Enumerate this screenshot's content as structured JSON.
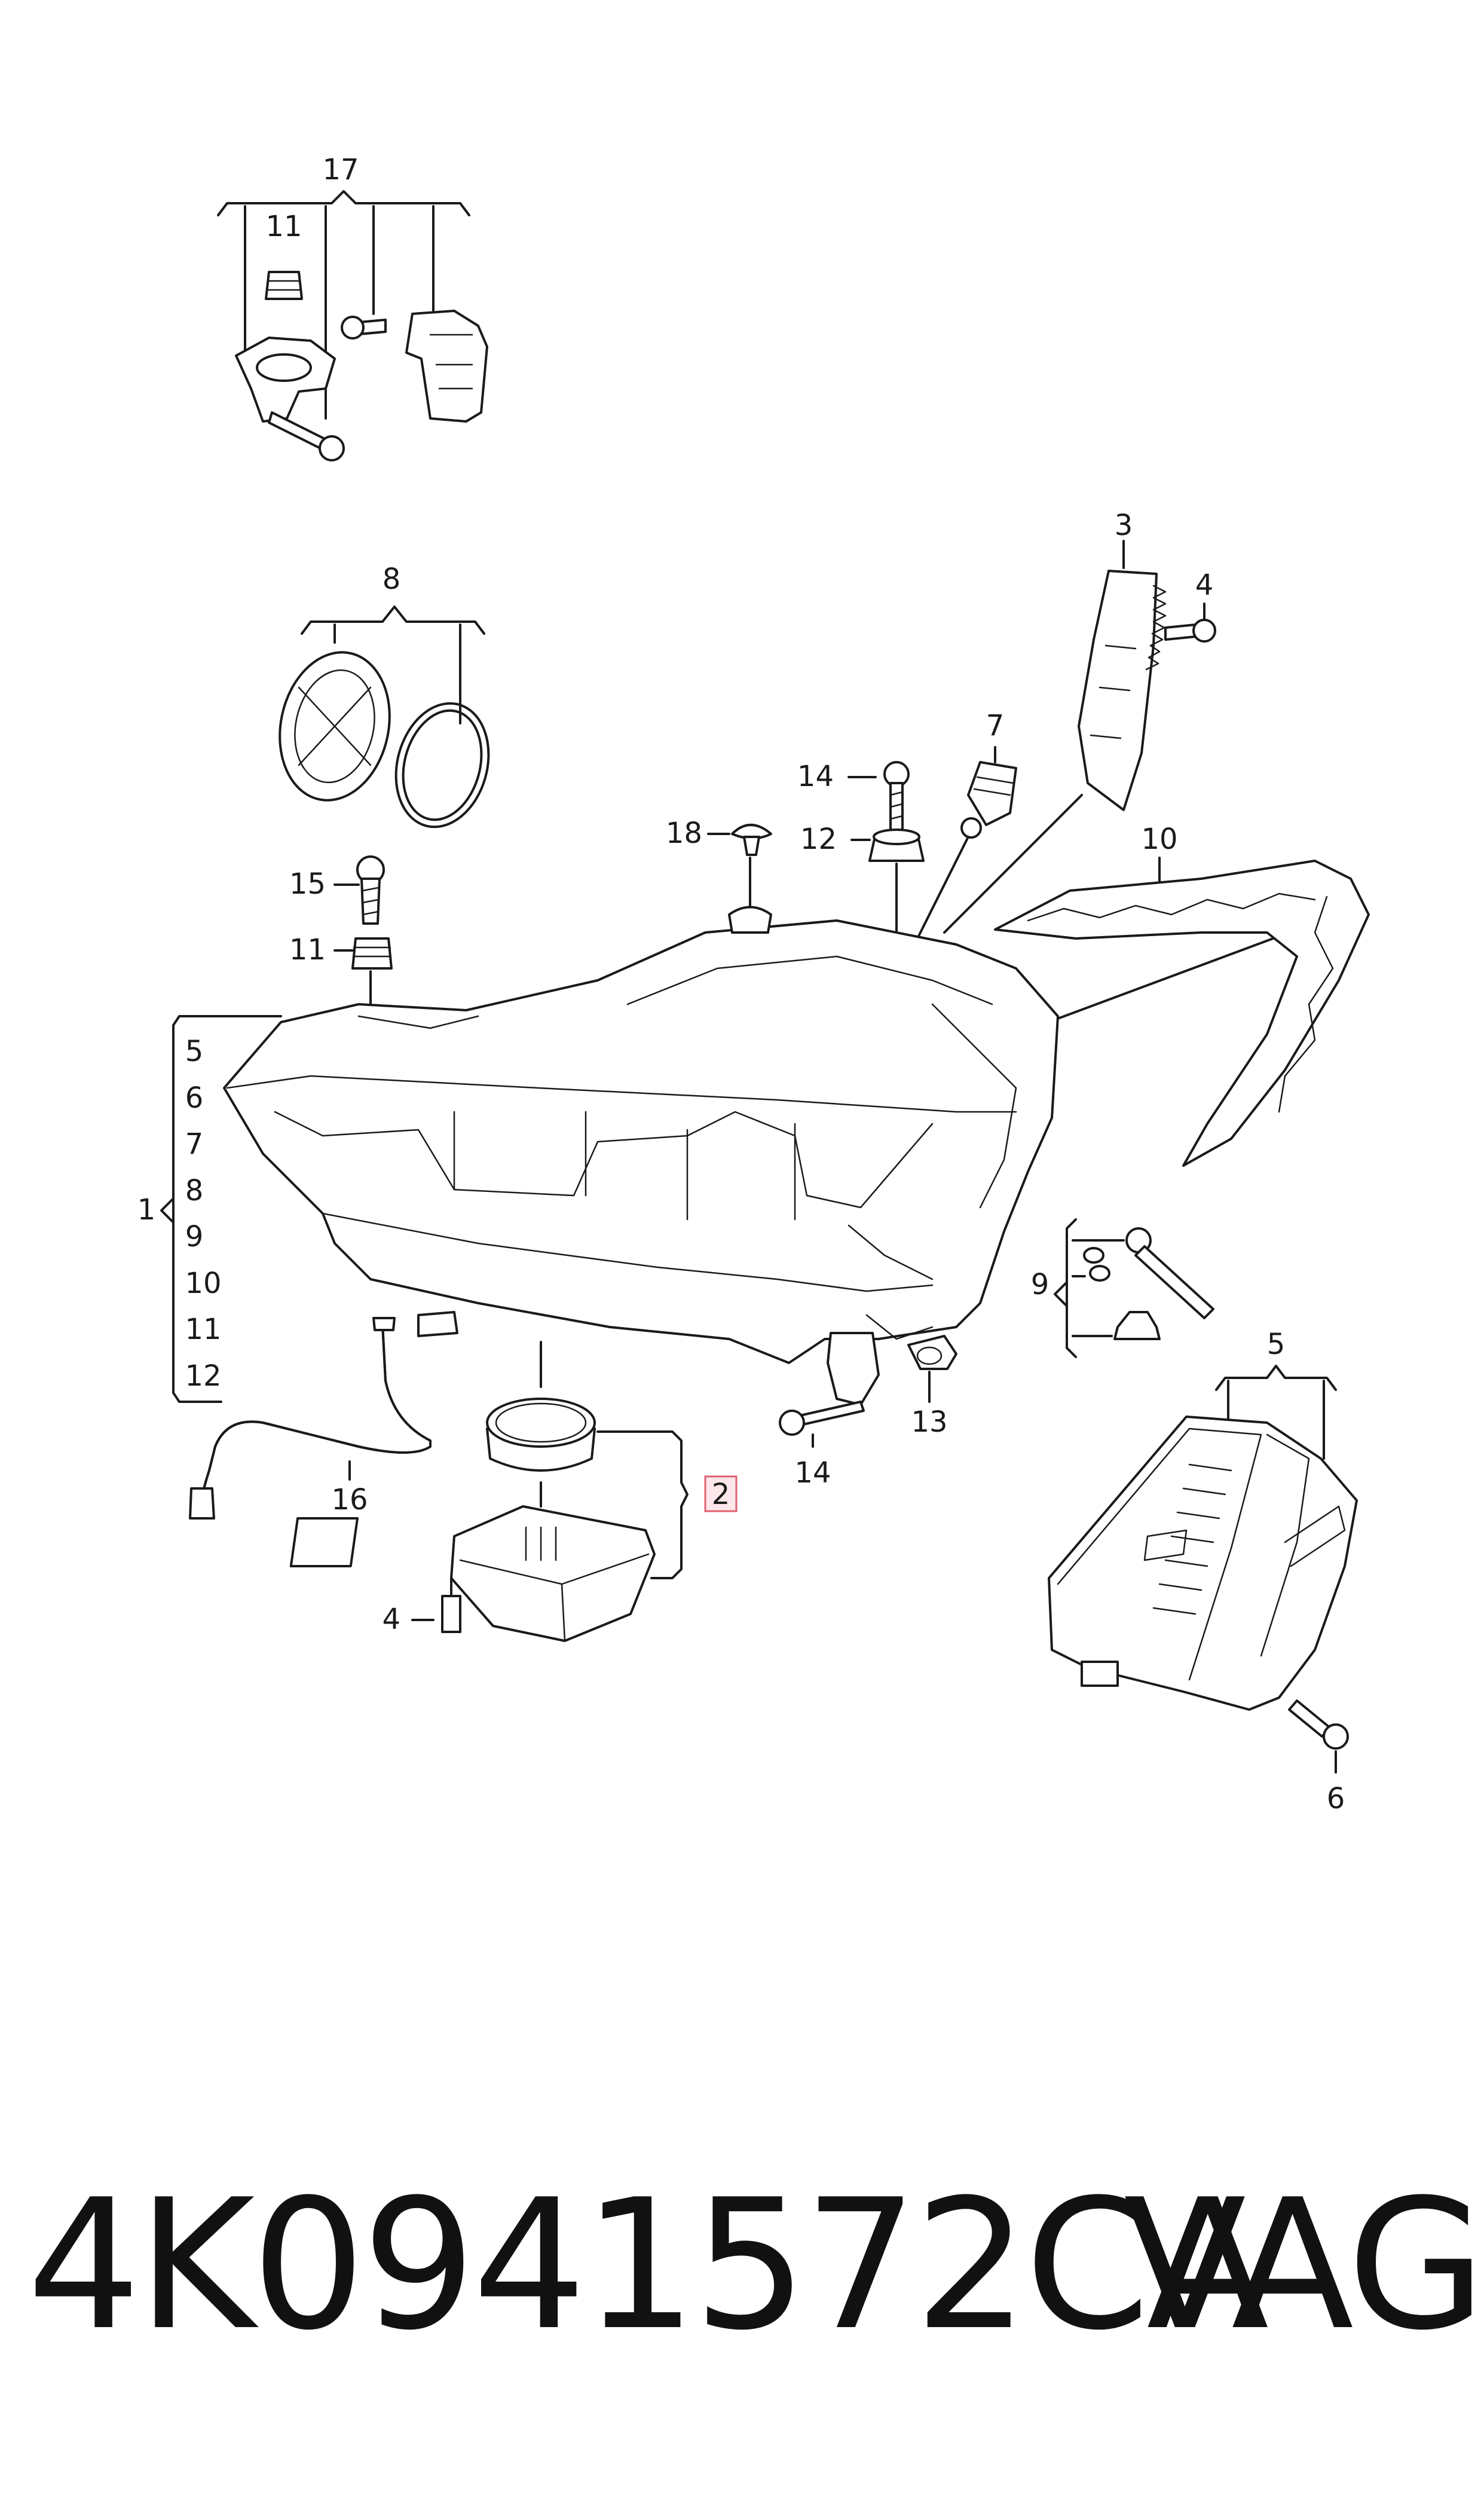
{
  "callouts": {
    "c17": "17",
    "c11_top": "11",
    "c8": "8",
    "c3": "3",
    "c4_top": "4",
    "c7": "7",
    "c14_top": "14",
    "c12_top": "12",
    "c18": "18",
    "c10_right": "10",
    "c15": "15",
    "c11_mid": "11",
    "c1": "1",
    "c1_list_5": "5",
    "c1_list_6": "6",
    "c1_list_7": "7",
    "c1_list_8": "8",
    "c1_list_9": "9",
    "c1_list_10": "10",
    "c1_list_11": "11",
    "c1_list_12": "12",
    "c9": "9",
    "c13": "13",
    "c14_bottom": "14",
    "c16": "16",
    "c2": "2",
    "c4_bottom": "4",
    "c5": "5",
    "c6": "6"
  },
  "footer": {
    "part_number": "4K0941572CA",
    "brand": "VAG"
  },
  "colors": {
    "line": "#1a1a1a",
    "highlight_fill": "#fde7ea",
    "highlight_stroke": "#e0606f"
  }
}
